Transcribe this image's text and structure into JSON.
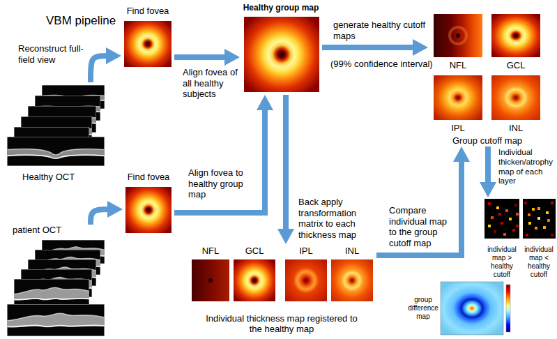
{
  "diagram": {
    "title": "VBM pipeline",
    "nodes": [
      {
        "text": [
          "Healthy OCT"
        ]
      },
      {
        "text": [
          "Find fovea"
        ]
      },
      {
        "text": [
          "Healthy group map"
        ]
      },
      {
        "text": [
          "Group cutoff map"
        ]
      },
      {
        "text": [
          "NFL"
        ],
        "in": 3
      },
      {
        "text": [
          "GCL"
        ],
        "in": 3
      },
      {
        "text": [
          "IPL"
        ],
        "in": 3
      },
      {
        "text": [
          "INL"
        ],
        "in": 3
      },
      {
        "text": [
          "patient OCT"
        ]
      },
      {
        "text": [
          "Find fovea"
        ]
      },
      {
        "text": [
          "Individual thickness map registered to the healthy map"
        ]
      },
      {
        "text": [
          "NFL"
        ],
        "in": 10
      },
      {
        "text": [
          "GCL"
        ],
        "in": 10
      },
      {
        "text": [
          "IPL"
        ],
        "in": 10
      },
      {
        "text": [
          "INL"
        ],
        "in": 10
      },
      {
        "text": [
          "individual map > healthy cutoff"
        ]
      },
      {
        "text": [
          "individual map < healthy cutoff"
        ]
      },
      {
        "text": [
          "group difference map"
        ]
      }
    ],
    "edges": [
      {
        "from": 0,
        "to": 1,
        "arrow": "to",
        "label": "Reconstruct full-field view"
      },
      {
        "from": 1,
        "to": 2,
        "arrow": "to",
        "label": "Align fovea of all healthy subjects"
      },
      {
        "from": 2,
        "to": 3,
        "arrow": "to",
        "label": "generate healthy cutoff maps"
      },
      {
        "from": 8,
        "to": 9,
        "arrow": "to"
      },
      {
        "from": 9,
        "to": 2,
        "arrow": "to",
        "label": "Align fovea to healthy group map"
      },
      {
        "from": 2,
        "to": 10,
        "arrow": "to",
        "label": "Back apply transformation matrix to each thickness map"
      },
      {
        "from": 10,
        "to": 3,
        "arrow": "to",
        "label": "Compare individual map to the group cutoff map"
      },
      {
        "from": 3,
        "to": 15,
        "arrow": "to",
        "label": "Individual thicken/atrophy map of each layer"
      }
    ],
    "labels": [
      "(99% confidence interval)"
    ]
  }
}
